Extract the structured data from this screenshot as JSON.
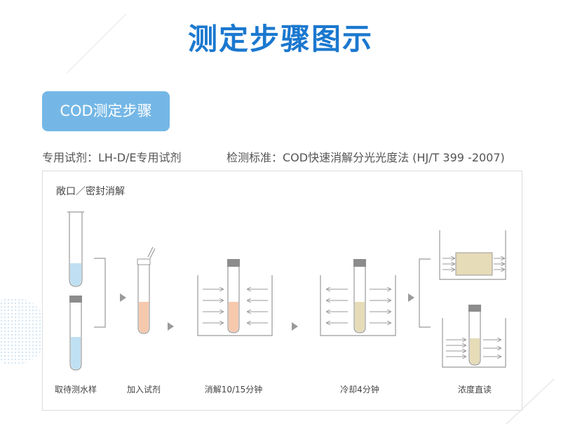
{
  "title": "测定步骤图示",
  "badge": "COD测定步骤",
  "reagent_text": "专用试剂：LH-D/E专用试剂",
  "standard_text": "检测标准：COD快速消解分光光度法 (HJ/T 399 -2007)",
  "diagram": {
    "caption": "敞口／密封消解",
    "steps": [
      {
        "label": "取待测水样"
      },
      {
        "label": "加入试剂"
      },
      {
        "label": "消解10/15分钟"
      },
      {
        "label": "冷却4分钟"
      },
      {
        "label": "浓度直读"
      }
    ]
  },
  "colors": {
    "title": "#1b78cf",
    "badge_bg": "#74b7e6",
    "water_sample": "#bfe0f2",
    "reagent_mix": "#f6c9ad",
    "cooled": "#e6dcb8",
    "cap": "#8c8c8c"
  }
}
